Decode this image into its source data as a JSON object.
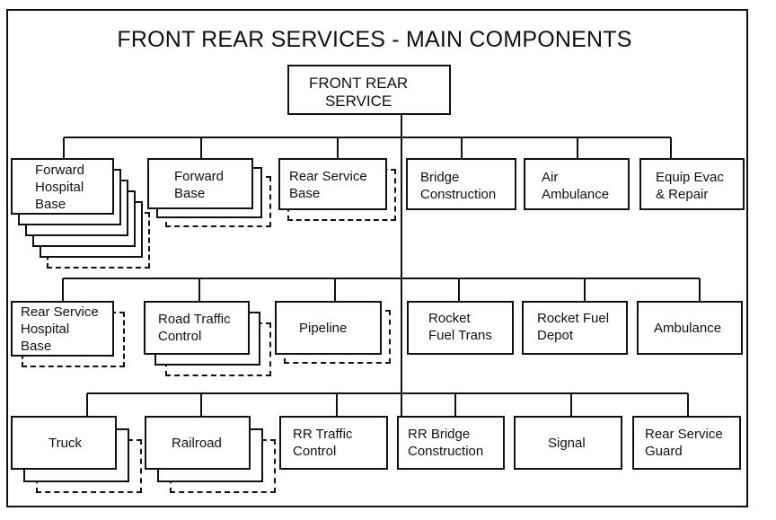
{
  "title": "FRONT REAR SERVICES - MAIN COMPONENTS",
  "root": "FRONT REAR\nSERVICE",
  "row1": [
    "Forward\nHospital\nBase",
    "Forward\nBase",
    "Rear Service\nBase",
    "Bridge\nConstruction",
    "Air\nAmbulance",
    "Equip Evac\n& Repair"
  ],
  "row2": [
    "Rear Service\nHospital\nBase",
    "Road Traffic\nControl",
    "Pipeline",
    "Rocket\nFuel Trans",
    "Rocket Fuel\nDepot",
    "Ambulance"
  ],
  "row3": [
    "Truck",
    "Railroad",
    "RR Traffic\nControl",
    "RR Bridge\nConstruction",
    "Signal",
    "Rear Service\nGuard"
  ]
}
